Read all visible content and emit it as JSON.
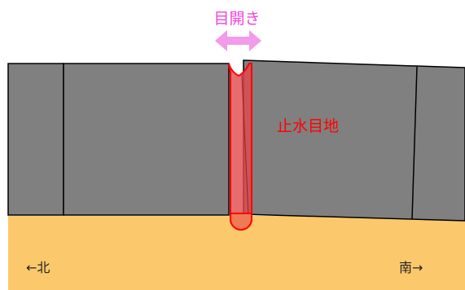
{
  "labels": {
    "opening": "目開き",
    "waterstop_joint": "止水目地",
    "north": "←北",
    "south": "南→"
  },
  "colors": {
    "ground": "#FCC86C",
    "concrete_block": "#808080",
    "block_outline": "#000000",
    "waterstop_fill": "#E0474B",
    "waterstop_outline": "#FF0000",
    "arrow": "#F29BEA",
    "opening_text": "#EE44DD",
    "joint_text": "#FF0000"
  },
  "icons": {
    "opening_arrow": "double-headed-arrow-icon"
  }
}
